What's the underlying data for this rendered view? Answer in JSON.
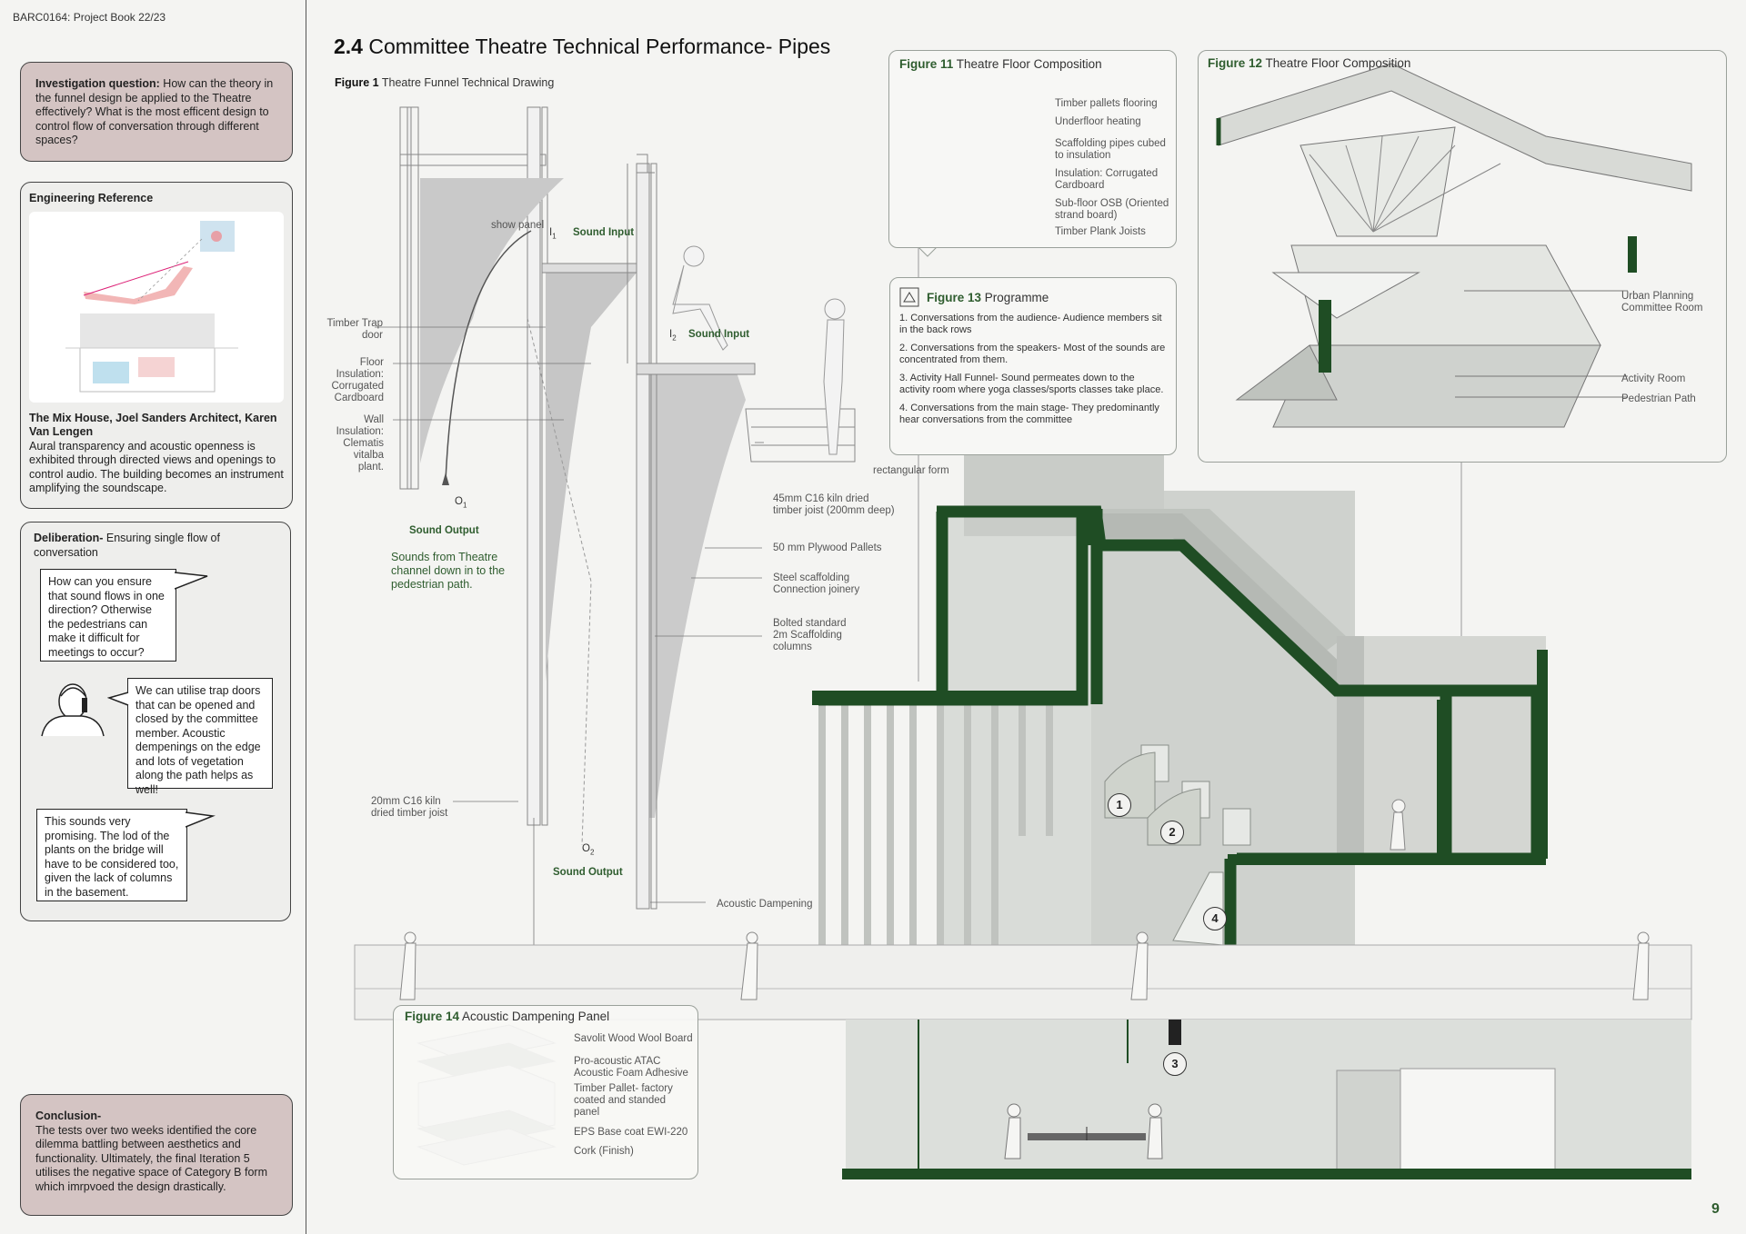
{
  "header": {
    "course": "BARC0164: Project Book 22/23"
  },
  "page": {
    "title_num": "2.4",
    "title": "Committee Theatre Technical Performance- Pipes",
    "page_number": "9"
  },
  "sidebar": {
    "investigation": {
      "lead": "Investigation question:",
      "text": "How can the theory in the funnel design be applied to the Theatre effectively? What is the most efficent design to control flow of conversation through different spaces?"
    },
    "engineering": {
      "heading": "Engineering Reference",
      "ref_title": "The Mix House, Joel Sanders Architect, Karen Van Lengen",
      "ref_text": "Aural transparency and acoustic openness is exhibited through directed views and openings to control audio. The building becomes an instrument amplifying the soundscape."
    },
    "deliberation": {
      "lead": "Deliberation-",
      "text": "Ensuring single flow of conversation",
      "bubble1": "How can you ensure that sound flows in one direction? Otherwise the pedestrians can make it difficult for meetings to occur?",
      "bubble2": "We can utilise trap doors that can be opened and closed by the committee member. Acoustic dempenings on the edge and lots of vegetation along the path helps as well!",
      "bubble3": "This sounds very promising. The lod of the plants on the bridge will have to be considered too, given the lack of columns in the basement."
    },
    "conclusion": {
      "lead": "Conclusion-",
      "text": "The tests over two weeks identified the core dilemma battling between aesthetics and functionality. Ultimately, the final Iteration 5 utilises the negative space of Category B form which imrpvoed the design drastically."
    }
  },
  "figure1": {
    "label_b": "Figure 1",
    "label": "Theatre Funnel Technical Drawing",
    "show_panel": "show panel",
    "i1": "I",
    "i1_sub": "1",
    "sound_input_1": "Sound Input",
    "i2": "I",
    "i2_sub": "2",
    "sound_input_2": "Sound Input",
    "trap_door": "Timber Trap door",
    "floor_ins": "Floor Insulation: Corrugated Cardboard",
    "wall_ins": "Wall Insulation: Clematis vitalba plant.",
    "o1": "O",
    "o1_sub": "1",
    "sound_output_1": "Sound Output",
    "sounds_note": "Sounds from Theatre channel down in to the pedestrian path.",
    "joist20": "20mm C16 kiln dried timber joist",
    "o2": "O",
    "o2_sub": "2",
    "sound_output_2": "Sound Output",
    "rect_form": "rectangular form",
    "joist45": "45mm C16 kiln dried timber joist (200mm deep)",
    "plywood": "50 mm Plywood Pallets",
    "steel": "Steel scaffolding Connection joinery",
    "bolted": "Bolted standard 2m Scaffolding columns",
    "acoustic": "Acoustic Dampening"
  },
  "figure11": {
    "label_b": "Figure 11",
    "label": "Theatre Floor Composition",
    "layers": [
      "Timber pallets flooring",
      "Underfloor heating",
      "Scaffolding pipes cubed to insulation",
      "Insulation: Corrugated Cardboard",
      "Sub-floor OSB (Oriented strand board)",
      "Timber Plank Joists"
    ]
  },
  "figure12": {
    "label_b": "Figure 12",
    "label": "Theatre Floor Composition",
    "labels": [
      "Urban Planning Committee Room",
      "Activity Room",
      "Pedestrian Path"
    ]
  },
  "figure13": {
    "label_b": "Figure 13",
    "label": "Programme",
    "items": [
      "1. Conversations from the audience- Audience members sit in the back rows",
      "2. Conversations from the speakers- Most of the sounds are concentrated from them.",
      "3. Activity Hall Funnel- Sound permeates down to the activity room where yoga classes/sports classes take place.",
      "4. Conversations from the main stage- They predominantly hear conversations from the committee"
    ]
  },
  "figure14": {
    "label_b": "Figure 14",
    "label": "Acoustic Dampening Panel",
    "layers": [
      "Savolit Wood Wool Board",
      "Pro-acoustic ATAC Acoustic Foam Adhesive",
      "Timber Pallet- factory coated and standed panel",
      "EPS Base coat EWI-220",
      "Cork (Finish)"
    ]
  },
  "markers": [
    "1",
    "2",
    "3",
    "4"
  ],
  "colors": {
    "accent_green": "#1f4d24",
    "note_pink": "#d4c4c3",
    "page_bg": "#f4f4f2"
  }
}
